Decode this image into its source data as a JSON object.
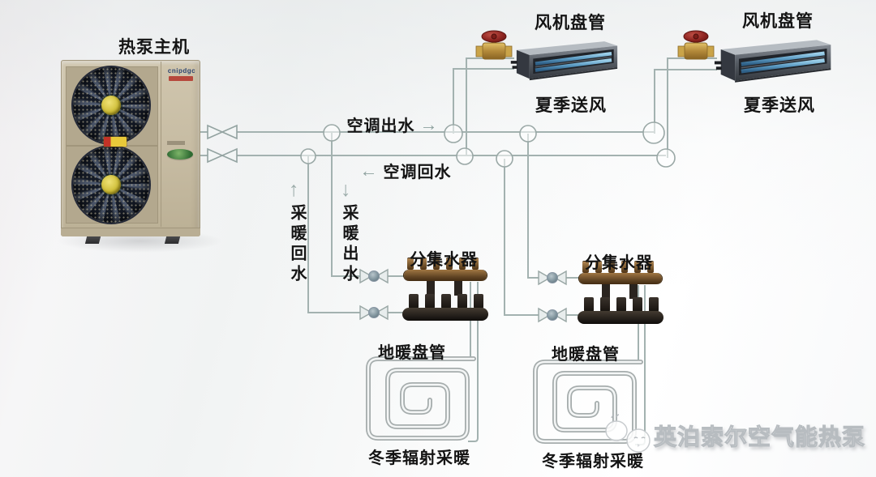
{
  "heat_pump": {
    "label": "热泵主机",
    "brand": "cnipdgc"
  },
  "fan_coil_units": [
    {
      "label": "风机盘管",
      "mode_label": "夏季送风"
    },
    {
      "label": "风机盘管",
      "mode_label": "夏季送风"
    }
  ],
  "pipe_labels": {
    "ac_supply": {
      "text": "空调出水",
      "arrow": "→"
    },
    "ac_return": {
      "text": "空调回水",
      "arrow": "←"
    },
    "heating_return": {
      "text": "采暖回水",
      "arrow": "↑"
    },
    "heating_supply": {
      "text": "采暖出水",
      "arrow": "↓"
    }
  },
  "manifolds": [
    {
      "label": "分集水器"
    },
    {
      "label": "分集水器"
    }
  ],
  "floor_circuits": [
    {
      "label": "地暖盘管",
      "mode_label": "冬季辐射采暖"
    },
    {
      "label": "地暖盘管",
      "mode_label": "冬季辐射采暖"
    }
  ],
  "watermark": {
    "text": "英泊索尔空气能热泵"
  },
  "colors": {
    "background": "#f2f4f4",
    "pipe": "#a3b2b0",
    "label_text": "#141414",
    "heat_pump_cabinet": "#c8bda5",
    "fan_hub_yellow": "#cdbc35",
    "fan_coil_slot_blue": "#74b3d8",
    "valve_brass": "#c9a24a",
    "valve_wheel_red": "#8c2420",
    "manifold_brass": "#7a5a33",
    "manifold_dark": "#241f1b",
    "watermark_text": "#ffffff"
  }
}
